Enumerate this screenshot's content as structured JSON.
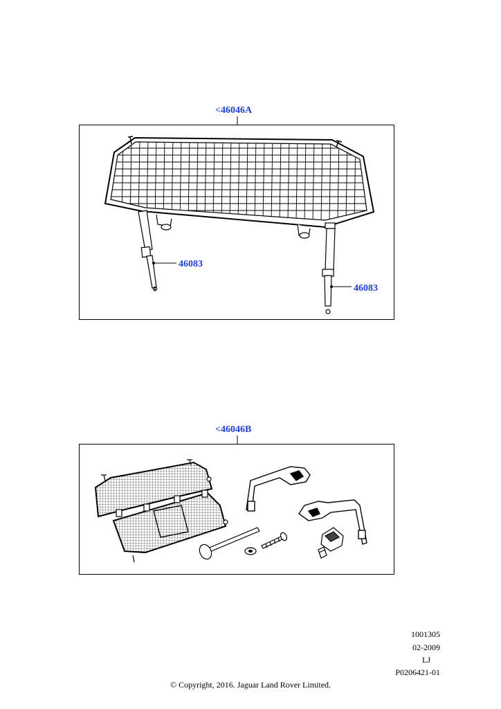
{
  "diagram_a": {
    "title": "<46046A",
    "callouts": [
      "46083",
      "46083"
    ]
  },
  "diagram_b": {
    "title": "<46046B"
  },
  "meta": {
    "code": "1001305",
    "date": "02-2009",
    "initials": "LJ",
    "figure_id": "P0206421-01"
  },
  "copyright": "© Copyright, 2016. Jaguar Land Rover Limited."
}
